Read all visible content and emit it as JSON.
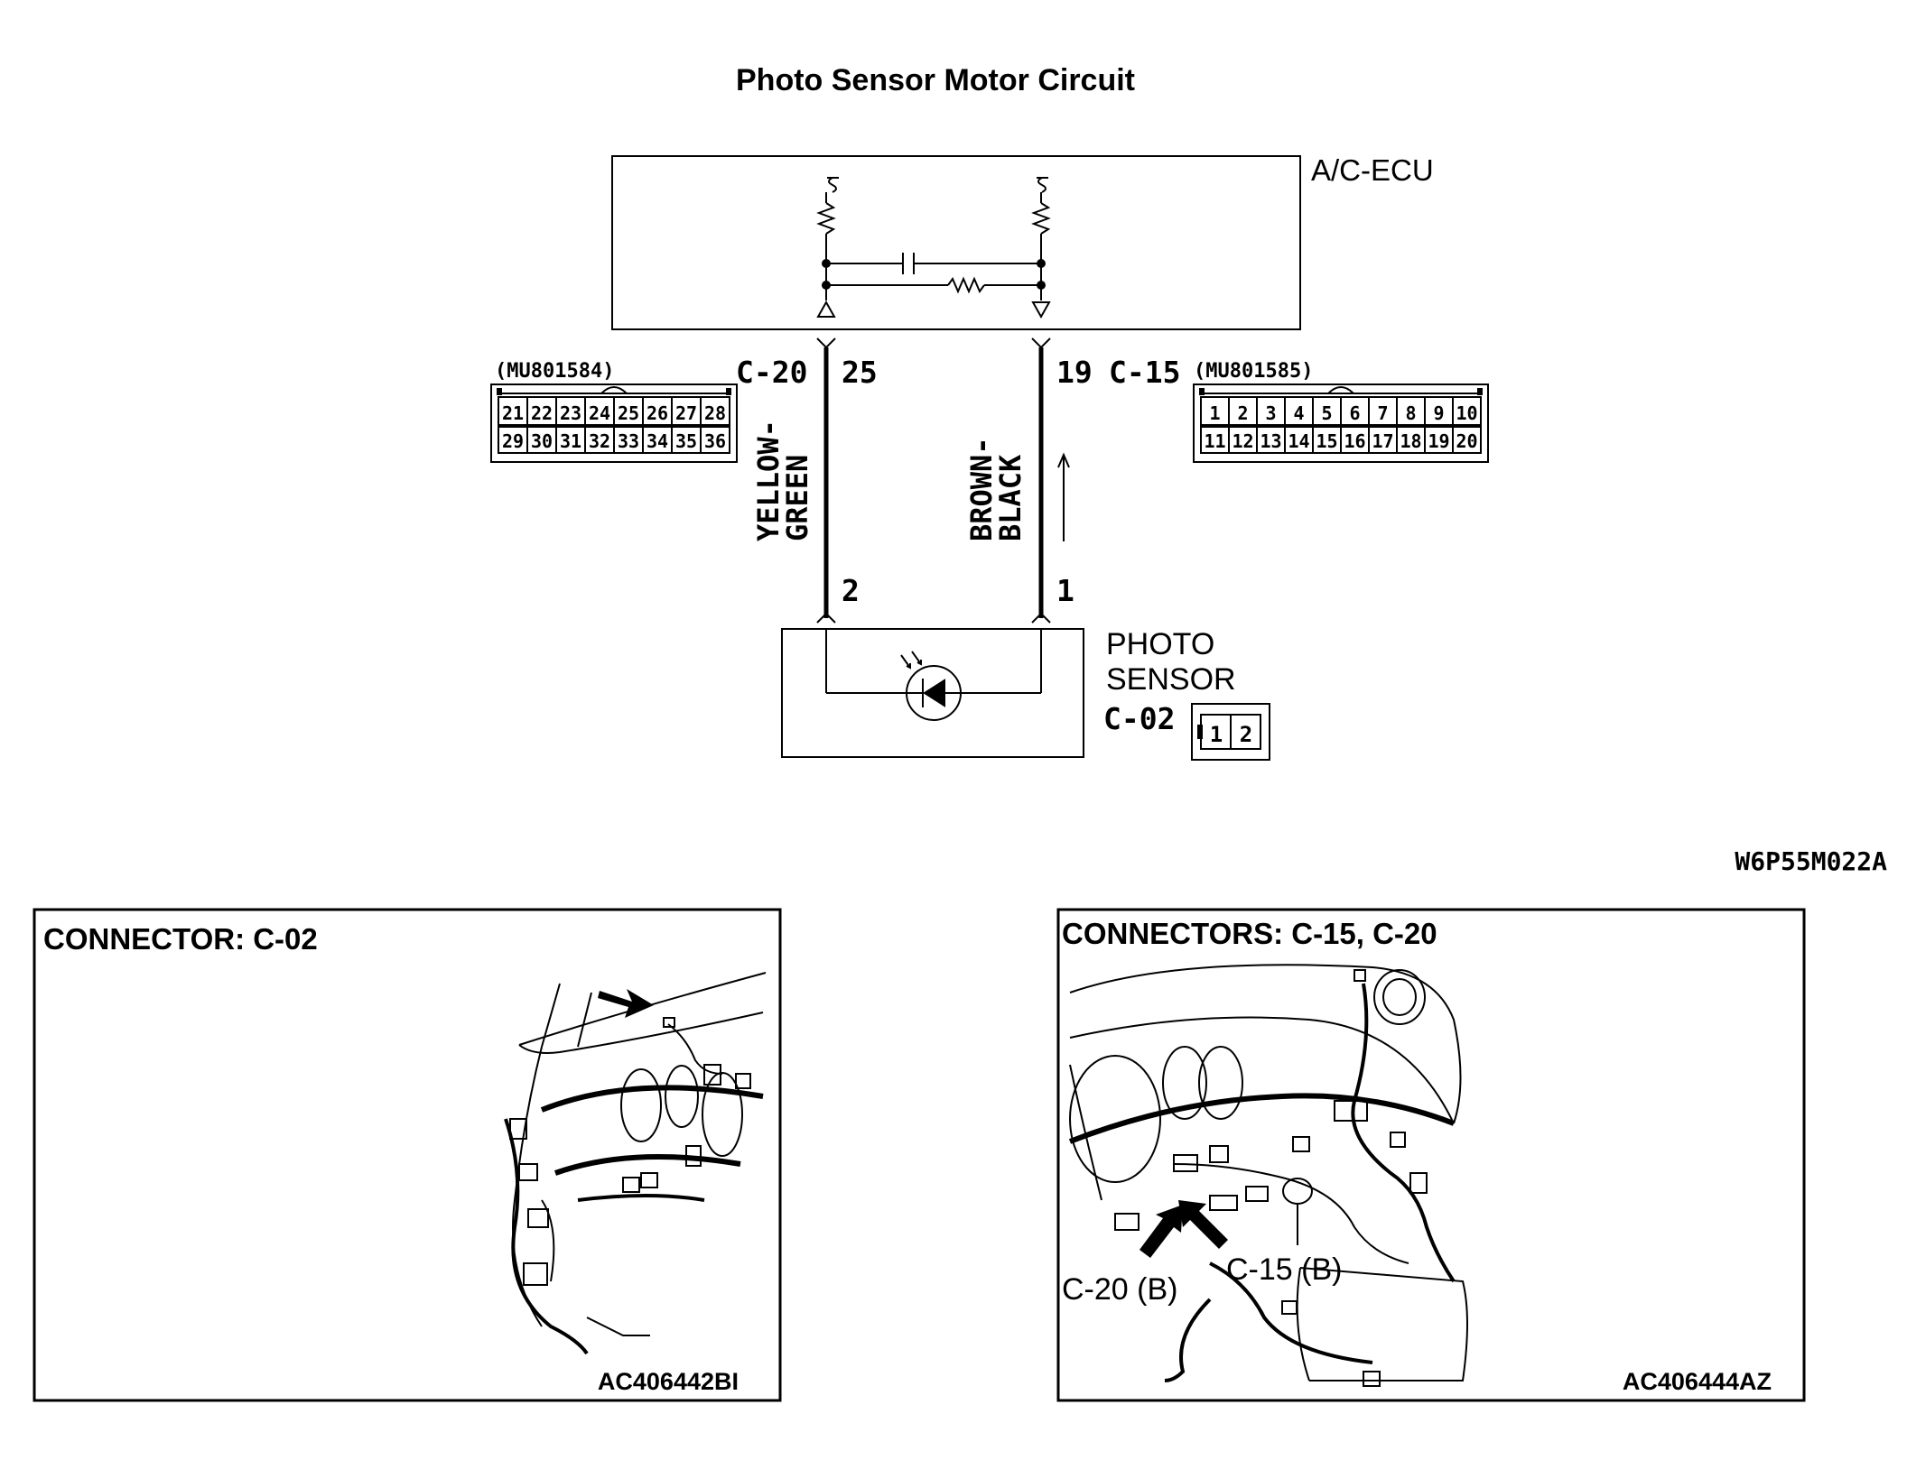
{
  "title": "Photo Sensor Motor Circuit",
  "ecu": {
    "label": "A/C-ECU"
  },
  "left_connector": {
    "id": "C-20",
    "part_no": "(MU801584)",
    "pin": "25",
    "pins_row1": [
      "21",
      "22",
      "23",
      "24",
      "25",
      "26",
      "27",
      "28"
    ],
    "pins_row2": [
      "29",
      "30",
      "31",
      "32",
      "33",
      "34",
      "35",
      "36"
    ]
  },
  "right_connector": {
    "id": "C-15",
    "part_no": "(MU801585)",
    "pin": "19",
    "pins_row1": [
      "1",
      "2",
      "3",
      "4",
      "5",
      "6",
      "7",
      "8",
      "9",
      "10"
    ],
    "pins_row2": [
      "11",
      "12",
      "13",
      "14",
      "15",
      "16",
      "17",
      "18",
      "19",
      "20"
    ]
  },
  "wire_left": {
    "line1": "YELLOW-",
    "line2": "GREEN"
  },
  "wire_right": {
    "line1": "BROWN-",
    "line2": "BLACK"
  },
  "sensor": {
    "label_line1": "PHOTO",
    "label_line2": "SENSOR",
    "connector_id": "C-02",
    "pin_left": "2",
    "pin_right": "1",
    "connector_pins": [
      "1",
      "2"
    ]
  },
  "diagram_code": "W6P55M022A",
  "panel_left": {
    "title": "CONNECTOR: C-02",
    "code": "AC406442BI"
  },
  "panel_right": {
    "title": "CONNECTORS: C-15, C-20",
    "code": "AC406444AZ",
    "callout_c15": "C-15 (B)",
    "callout_c20": "C-20 (B)"
  }
}
